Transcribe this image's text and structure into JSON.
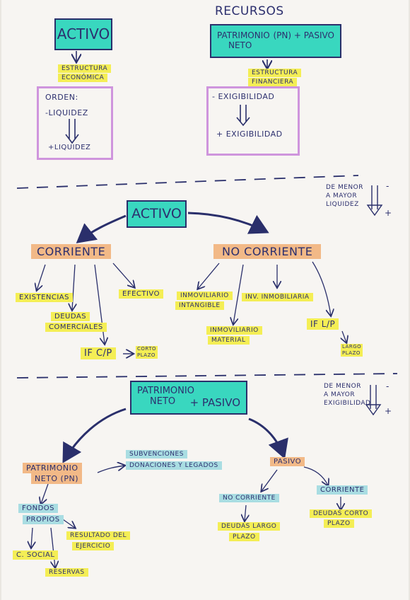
{
  "top": {
    "recursos": "RECURSOS",
    "activo_box": "ACTIVO",
    "pn_pasivo_box_l1": "PATRIMONIO",
    "pn_pasivo_box_l1b": "(PN) + PASIVO",
    "pn_pasivo_box_l2": "NETO",
    "estructura_economica_l1": "ESTRUCTURA",
    "estructura_economica_l2": "ECONÓMICA",
    "estructura_financiera_l1": "ESTRUCTURA",
    "estructura_financiera_l2": "FINANCIERA",
    "orden_title": "ORDEN:",
    "orden_minus": "-LIQUIDEZ",
    "orden_plus": "+LIQUIDEZ",
    "exig_minus": "- EXIGIBILIDAD",
    "exig_plus": "+ EXIGIBILIDAD"
  },
  "activo": {
    "note_l1": "DE MENOR",
    "note_l2": "A MAYOR",
    "note_l3": "LIQUIDEZ",
    "note_minus": "-",
    "note_plus": "+",
    "root": "ACTIVO",
    "corriente": "CORRIENTE",
    "no_corriente": "NO CORRIENTE",
    "existencias": "EXISTENCIAS",
    "deudas_l1": "DEUDAS",
    "deudas_l2": "COMERCIALES",
    "efectivo": "EFECTIVO",
    "if_cp": "IF C/P",
    "corto_l1": "CORTO",
    "corto_l2": "PLAZO",
    "inm_intangible_l1": "INMOVILIARIO",
    "inm_intangible_l2": "INTANGIBLE",
    "inv_inmobiliaria": "INV. INMOBILIARIA",
    "inm_material_l1": "INMOVILIARIO",
    "inm_material_l2": "MATERIAL",
    "if_lp": "IF L/P",
    "largo_l1": "LARGO",
    "largo_l2": "PLAZO"
  },
  "pasivo": {
    "note_l1": "DE MENOR",
    "note_l2": "A MAYOR",
    "note_l3": "EXIGIBILIDAD",
    "note_minus": "-",
    "note_plus": "+",
    "root_l1": "PATRIMONIO",
    "root_l2": "NETO",
    "root_l2b": "+ PASIVO",
    "pn_l1": "PATRIMONIO",
    "pn_l2": "NETO (PN)",
    "subv_l1": "SUBVENCIONES",
    "subv_l2": "DONACIONES Y LEGADOS",
    "pasivo": "PASIVO",
    "no_corriente": "NO CORRIENTE",
    "corriente": "CORRIENTE",
    "fondos_l1": "FONDOS",
    "fondos_l2": "PROPIOS",
    "resultado_l1": "RESULTADO DEL",
    "resultado_l2": "EJERCICIO",
    "c_social": "C. SOCIAL",
    "reservas": "RESERVAS",
    "deudas_lp_l1": "DEUDAS LARGO",
    "deudas_lp_l2": "PLAZO",
    "deudas_cp_l1": "DEUDAS CORTO",
    "deudas_cp_l2": "PLAZO"
  },
  "colors": {
    "ink": "#2c2f6e",
    "teal_box": "#39d7bf",
    "yellow_highlight": "#f4ee55",
    "orange_highlight": "#f2b987",
    "blue_highlight": "#a9dde2",
    "purple_frame": "#cf95dd",
    "paper": "#f7f5f2"
  }
}
